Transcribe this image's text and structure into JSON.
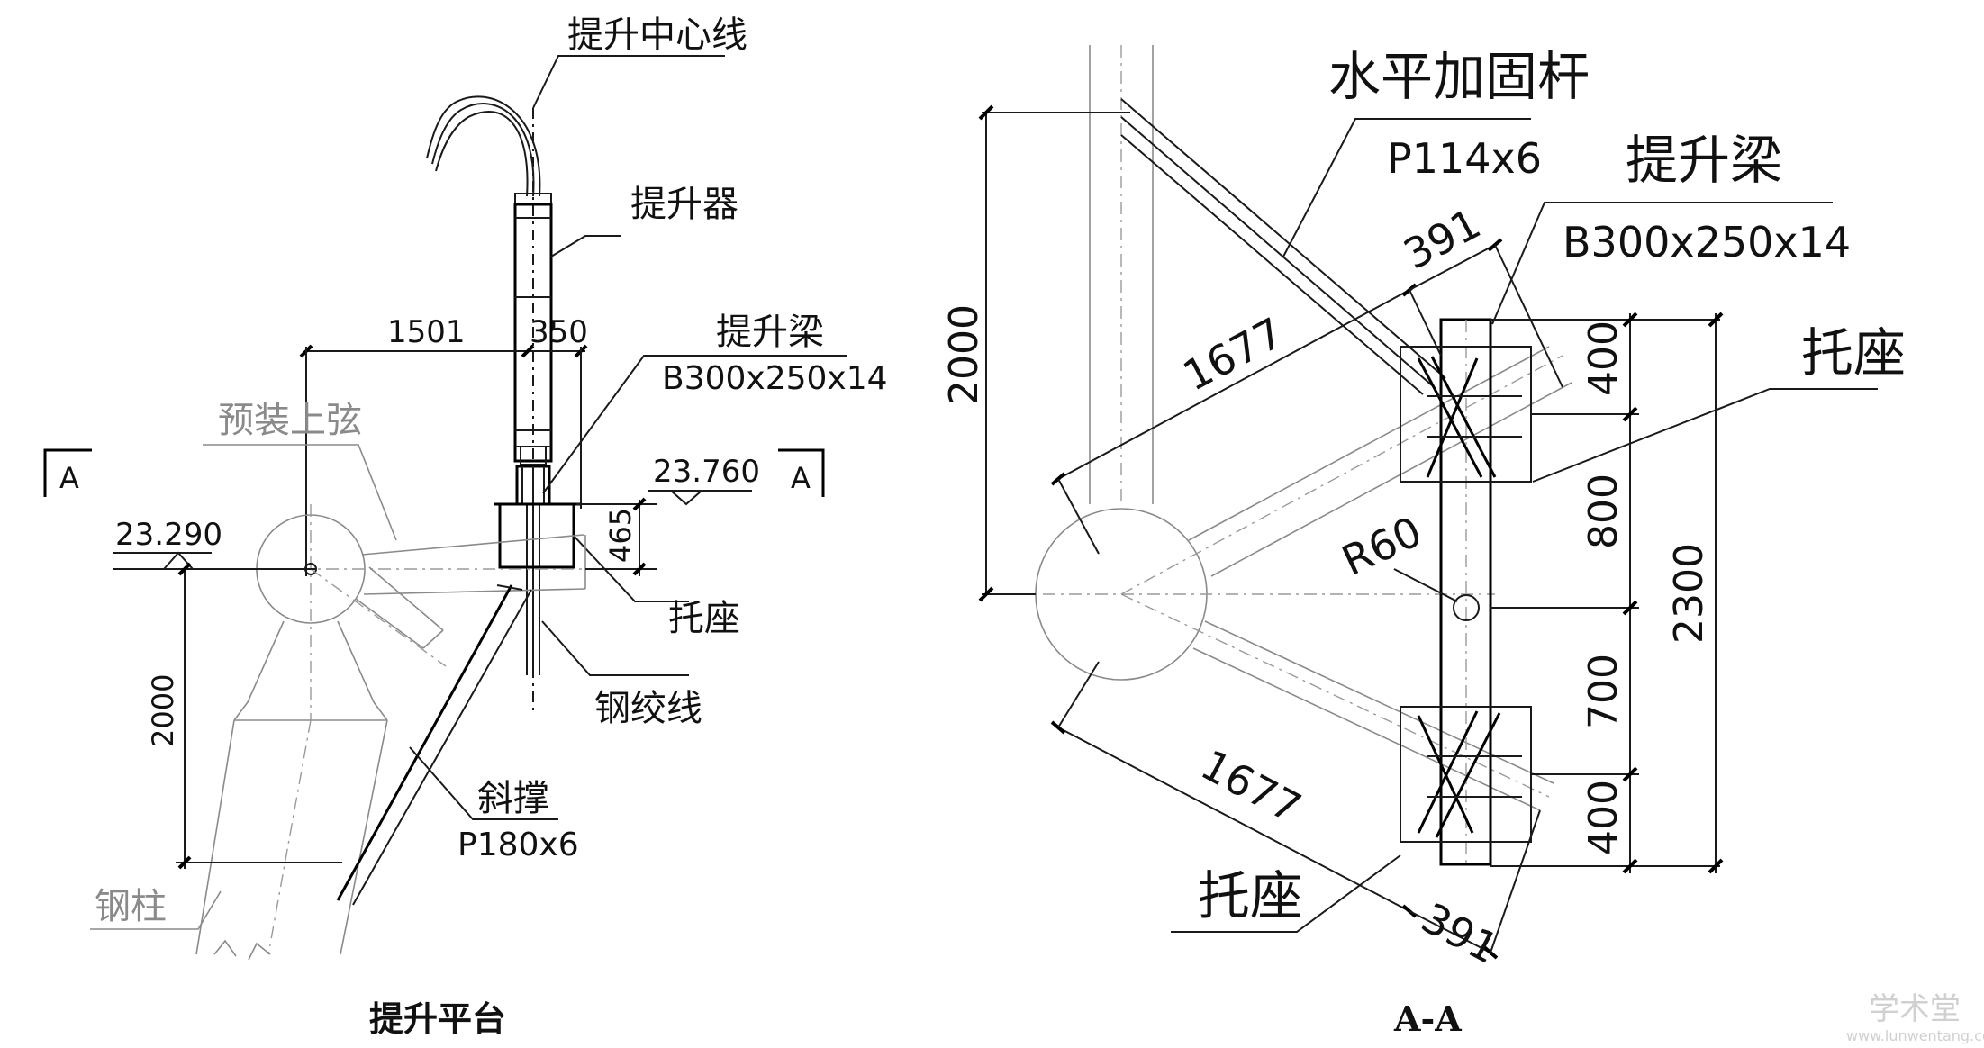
{
  "left_view": {
    "caption": "提升平台",
    "labels": {
      "lifting_centerline": "提升中心线",
      "lifter": "提升器",
      "lifting_beam": "提升梁",
      "lifting_beam_spec": "B300x250x14",
      "preassembled_top_chord": "预装上弦",
      "bracket": "托座",
      "steel_strand": "钢绞线",
      "diagonal_brace": "斜撑",
      "diagonal_brace_spec": "P180x6",
      "steel_column": "钢柱",
      "section_mark_left": "A",
      "section_mark_right": "A"
    },
    "dimensions": {
      "d1501": "1501",
      "d350": "350",
      "d465": "465",
      "d2000": "2000"
    },
    "elevations": {
      "left": "23.290",
      "right": "23.760"
    }
  },
  "right_view": {
    "caption": "A-A",
    "labels": {
      "horizontal_brace": "水平加固杆",
      "horizontal_brace_spec": "P114x6",
      "lifting_beam": "提升梁",
      "lifting_beam_spec": "B300x250x14",
      "bracket_right": "托座",
      "bracket_bottom": "托座",
      "radius": "R60"
    },
    "dimensions": {
      "d2000": "2000",
      "d391_top": "391",
      "d1677_top": "1677",
      "d1677_bottom": "1677",
      "d391_bottom": "391",
      "d400_top": "400",
      "d800": "800",
      "d700": "700",
      "d400_bottom": "400",
      "d2300": "2300"
    }
  },
  "watermark": {
    "text": "学术堂",
    "url": "www.lunwentang.com"
  }
}
